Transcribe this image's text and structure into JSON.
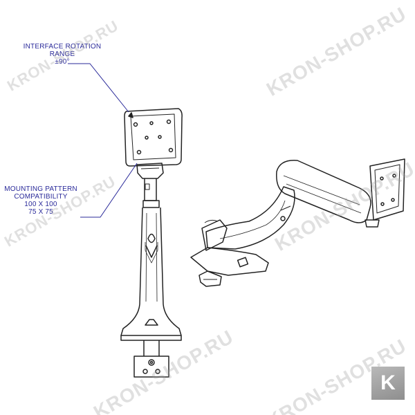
{
  "callouts": {
    "rotation": {
      "line1": "INTERFACE ROTATION",
      "line2": "RANGE",
      "line3": "±90°"
    },
    "mounting": {
      "line1": "MOUNTING PATTERN",
      "line2": "COMPATIBILITY",
      "line3": "100 X 100",
      "line4": "75 X 75"
    }
  },
  "watermark": {
    "text": "KRON-SHOP.RU"
  },
  "brand_badge": {
    "letter": "K"
  },
  "colors": {
    "callout_text": "#2a2a9a",
    "leader_line": "#2a2a9a",
    "drawing_stroke": "#222222",
    "watermark": "#a0a0a0",
    "badge": "#9a9a9a"
  }
}
